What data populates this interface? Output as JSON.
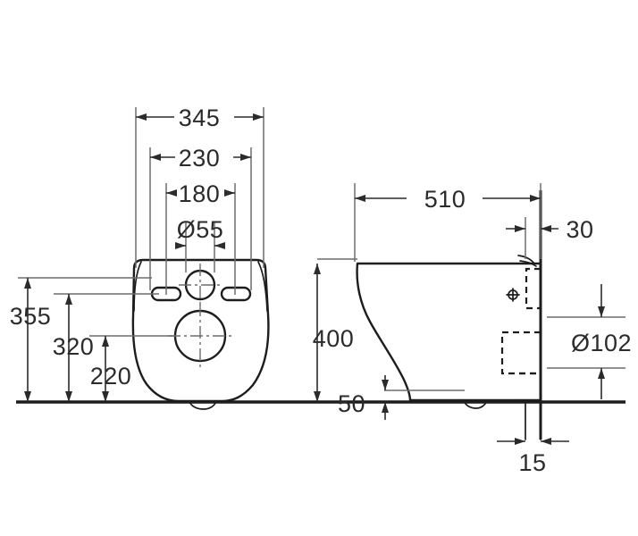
{
  "drawing": {
    "title": "Wall-hung toilet technical dimension drawing",
    "units": "mm",
    "background_color": "#ffffff",
    "line_color": "#1d1d1d",
    "text_color": "#2b2b2b",
    "extension_line_color": "#6d6d6d"
  },
  "views": {
    "front": {
      "name": "front-view",
      "label": "front elevation"
    },
    "side": {
      "name": "side-view",
      "label": "side elevation"
    }
  },
  "dimensions": {
    "front_width_overall": "345",
    "front_width_mid": "230",
    "front_width_inner": "180",
    "front_hole_diameter": "Ø55",
    "height_overall": "355",
    "height_mid": "320",
    "height_lower": "220",
    "side_depth": "510",
    "side_wall_offset": "30",
    "side_height": "400",
    "side_floor_gap": "50",
    "side_outlet_diameter": "Ø102",
    "side_thickness": "15"
  },
  "features": {
    "bolt_slot_left": "slotted fixing hole left",
    "bolt_slot_right": "slotted fixing hole right",
    "flush_inlet": "flush inlet opening",
    "waste_outlet": "waste outlet opening",
    "hidden_outlet": "hidden outlet connection",
    "ground_line": "floor reference line",
    "wall_line": "wall reference line"
  }
}
